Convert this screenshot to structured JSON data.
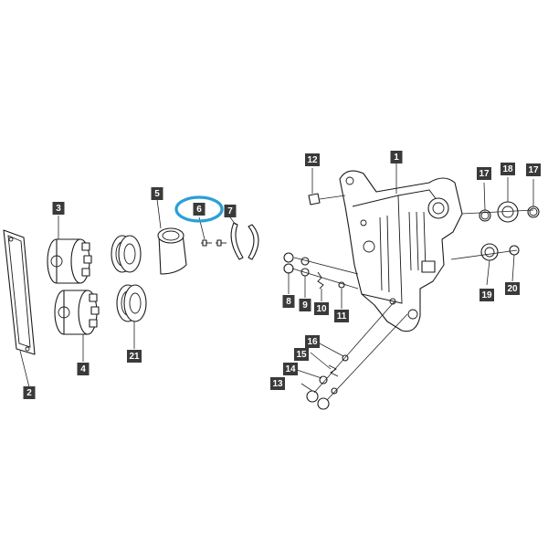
{
  "diagram": {
    "highlight_color": "#2a9fd6",
    "label_color": "#3a3a3a",
    "selected_part": "6",
    "callouts": [
      {
        "id": "c1",
        "label": "1"
      },
      {
        "id": "c2",
        "label": "2"
      },
      {
        "id": "c3",
        "label": "3"
      },
      {
        "id": "c4",
        "label": "4"
      },
      {
        "id": "c5",
        "label": "5"
      },
      {
        "id": "c6",
        "label": "6"
      },
      {
        "id": "c7",
        "label": "7"
      },
      {
        "id": "c8",
        "label": "8"
      },
      {
        "id": "c9",
        "label": "9"
      },
      {
        "id": "c10",
        "label": "10"
      },
      {
        "id": "c11",
        "label": "11"
      },
      {
        "id": "c12",
        "label": "12"
      },
      {
        "id": "c13",
        "label": "13"
      },
      {
        "id": "c14",
        "label": "14"
      },
      {
        "id": "c15",
        "label": "15"
      },
      {
        "id": "c16",
        "label": "16"
      },
      {
        "id": "c17a",
        "label": "17"
      },
      {
        "id": "c17b",
        "label": "17"
      },
      {
        "id": "c18",
        "label": "18"
      },
      {
        "id": "c19",
        "label": "19"
      },
      {
        "id": "c20",
        "label": "20"
      },
      {
        "id": "c21",
        "label": "21"
      }
    ]
  }
}
